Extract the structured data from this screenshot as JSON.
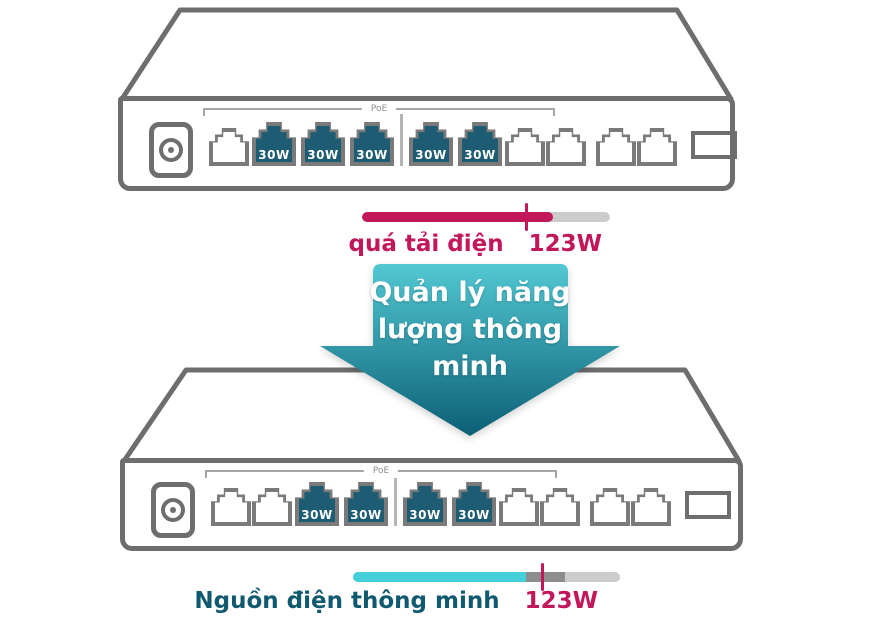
{
  "colors": {
    "outline": "#6e6e6e",
    "port_outline": "#7a7a7a",
    "poe_port_fill": "#1e5c73",
    "accent_pink": "#c2185b",
    "accent_cyan": "#45d0d9",
    "bar_track": "#cccccc",
    "bar_mid_gray": "#8d8d8d",
    "teal_text": "#11596f",
    "arrow_gradient_top": "#52c8d2",
    "arrow_gradient_bottom": "#0c5f75"
  },
  "switch_top": {
    "poe_group_label": "PoE",
    "poe_port_label": "30W",
    "ports": [
      "plain",
      "poe",
      "poe",
      "poe",
      "poe",
      "poe",
      "plain",
      "plain"
    ],
    "divider_after": 4,
    "uplink_ports": [
      "plain",
      "plain"
    ],
    "has_sfp": true
  },
  "overload_bar": {
    "label": "quá tải điện",
    "value": "123W",
    "fill_percent": 77,
    "tick_percent": 66.5
  },
  "arrow": {
    "line1": "Quản lý năng",
    "line2": "lượng thông",
    "line3": "minh"
  },
  "switch_bottom": {
    "poe_group_label": "PoE",
    "poe_port_label": "30W",
    "ports": [
      "plain",
      "plain",
      "poe",
      "poe",
      "poe",
      "poe",
      "plain",
      "plain"
    ],
    "divider_after": 4,
    "uplink_ports": [
      "plain",
      "plain"
    ],
    "has_sfp": true
  },
  "smart_bar": {
    "label": "Nguồn điện thông minh",
    "value": "123W",
    "segments": [
      {
        "color_key": "accent_cyan",
        "from": 0,
        "to": 64.8
      },
      {
        "color_key": "bar_mid_gray",
        "from": 64.8,
        "to": 79.5
      },
      {
        "color_key": "bar_track",
        "from": 79.5,
        "to": 100
      }
    ],
    "tick_percent": 71
  }
}
